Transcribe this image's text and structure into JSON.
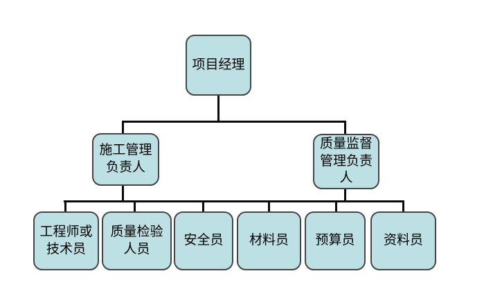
{
  "colors": {
    "background": "#ffffff",
    "node_fill": "#bde0e4",
    "node_border": "#454545",
    "connector": "#0a0a0a",
    "text": "#000000"
  },
  "org_chart": {
    "type": "org-chart",
    "nodes": {
      "root": "项目经理",
      "construction_manager": "施工管理\n负责人",
      "quality_supervision_manager": "质量监督\n管理负责\n人",
      "engineer_or_technician": "工程师或\n技术员",
      "quality_inspectors": "质量检验\n人员",
      "safety_officer": "安全员",
      "material_officer": "材料员",
      "budget_officer": "预算员",
      "documentation_officer": "资料员"
    },
    "hierarchy": {
      "root": "项目经理",
      "level2": [
        "施工管理负责人",
        "质量监督管理负责人"
      ],
      "level3": [
        "工程师或技术员",
        "质量检验人员",
        "安全员",
        "材料员",
        "预算员",
        "资料员"
      ]
    }
  }
}
